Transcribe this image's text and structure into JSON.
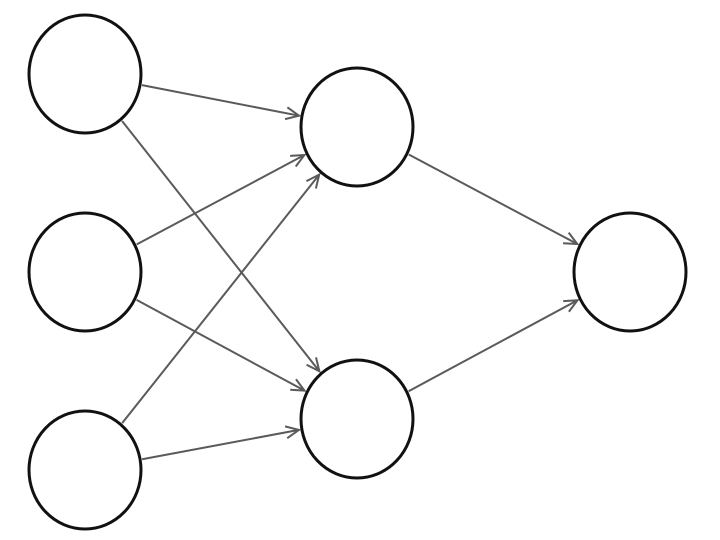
{
  "diagram": {
    "type": "feed-forward-network",
    "layers": [
      {
        "id": "input",
        "nodes": [
          "i1",
          "i2",
          "i3"
        ]
      },
      {
        "id": "hidden",
        "nodes": [
          "h1",
          "h2"
        ]
      },
      {
        "id": "output",
        "nodes": [
          "o1"
        ]
      }
    ],
    "edges": [
      {
        "from": "i1",
        "to": "h1"
      },
      {
        "from": "i1",
        "to": "h2"
      },
      {
        "from": "i2",
        "to": "h1"
      },
      {
        "from": "i2",
        "to": "h2"
      },
      {
        "from": "i3",
        "to": "h1"
      },
      {
        "from": "i3",
        "to": "h2"
      },
      {
        "from": "h1",
        "to": "o1"
      },
      {
        "from": "h2",
        "to": "o1"
      }
    ],
    "colors": {
      "node_stroke": "#111111",
      "node_fill": "#ffffff",
      "edge": "#5a5a5a",
      "background": "#ffffff"
    }
  }
}
